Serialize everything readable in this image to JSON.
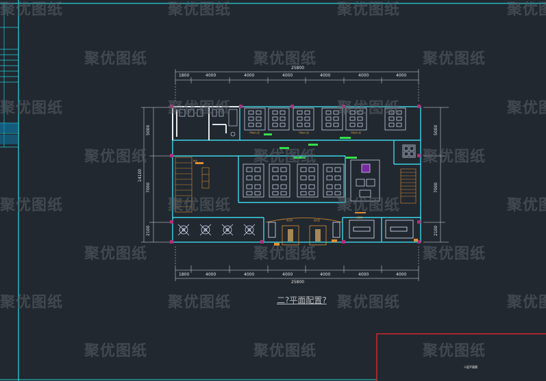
{
  "watermark": "聚优图纸",
  "drawing": {
    "caption": "二?平面配置?",
    "stamp_text": "二层平面图",
    "dims_top": [
      "1800",
      "4000",
      "4000",
      "4000",
      "4000",
      "4000",
      "4000"
    ],
    "total_top": "25800",
    "dims_bottom": [
      "1800",
      "4000",
      "4000",
      "4000",
      "4000",
      "4000",
      "4000"
    ],
    "total_bottom": "25800",
    "dims_left": [
      "5000",
      "7000",
      "2100"
    ],
    "total_left": "14100",
    "dims_right": [
      "5000",
      "7000",
      "2100"
    ],
    "room_labels": [
      "开放办公区",
      "开放办公区",
      "开放办公区",
      "会议室",
      "会议室",
      "经理室",
      "前台"
    ]
  },
  "colors": {
    "background": "#212830",
    "frame": "#26d0d8",
    "wall": "#3fd6e8",
    "furniture": "#dfe8ff",
    "dimension": "#e6e6e6",
    "accent_orange": "#e09030",
    "accent_green": "#34e24a",
    "title_block": "#e0262e"
  }
}
